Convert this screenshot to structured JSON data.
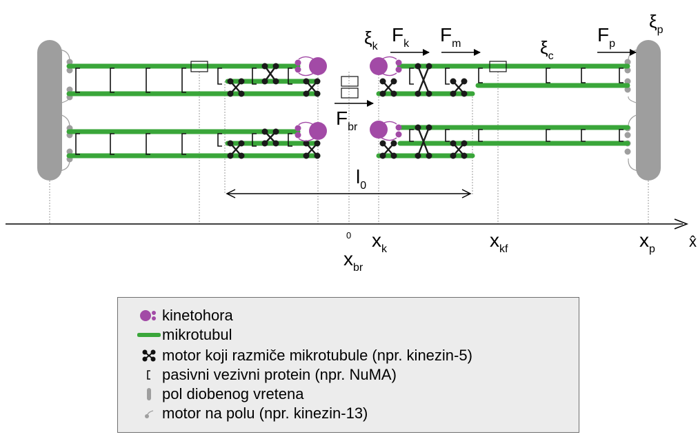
{
  "colors": {
    "microtubule": "#3aa63a",
    "kinetochore": "#a24aa6",
    "pole": "#9e9e9e",
    "motor": "#1a1a1a",
    "passive": "#111111",
    "guide": "#999999"
  },
  "labels": {
    "xi_p": "ξ",
    "xi_p_sub": "p",
    "xi_k": "ξ",
    "xi_k_sub": "k",
    "xi_c": "ξ",
    "xi_c_sub": "c",
    "F_k": "F",
    "F_k_sub": "k",
    "F_m": "F",
    "F_m_sub": "m",
    "F_p": "F",
    "F_p_sub": "p",
    "F_br": "F",
    "F_br_sub": "br",
    "l0": "l",
    "l0_sub": "0",
    "zero": "0",
    "x_k": "x",
    "x_k_sub": "k",
    "x_kf": "x",
    "x_kf_sub": "kf",
    "x_p": "x",
    "x_p_sub": "p",
    "x_br": "x",
    "x_br_sub": "br",
    "axis_end": "x̂"
  },
  "legend": {
    "items": [
      {
        "icon": "kinetochore-icon",
        "text": "kinetohora"
      },
      {
        "icon": "microtubule-icon",
        "text": "mikrotubul"
      },
      {
        "icon": "motor-icon",
        "text": "motor koji razmiče mikrotubule (npr. kinezin-5)"
      },
      {
        "icon": "passive-crosslinker-icon",
        "text": "pasivni vezivni protein (npr. NuMA)"
      },
      {
        "icon": "pole-icon",
        "text": "pol diobenog vretena"
      },
      {
        "icon": "pole-motor-icon",
        "text": "motor na polu (npr. kinezin-13)"
      }
    ]
  }
}
